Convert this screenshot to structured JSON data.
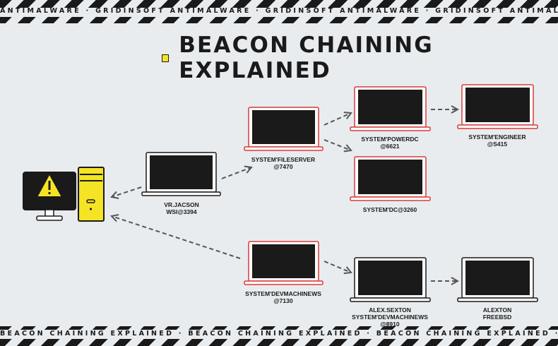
{
  "ticker_top": "ANTIMALWARE · GRIDINSOFT ANTIMALWARE · GRIDINSOFT ANTIMALWARE · GRIDINSOFT ANTIMALWARE",
  "ticker_bottom": "BEACON CHAINING EXPLAINED · BEACON CHAINING EXPLAINED · BEACON CHAINING EXPLAINED · BEACON CHAIN",
  "title": "BEACON CHAINING EXPLAINED",
  "colors": {
    "background": "#e8ecef",
    "accent": "#f5e425",
    "compromised": "#d93a3a",
    "dark": "#1a1a1a"
  },
  "nodes": {
    "attacker": {
      "icon": "warning-computer-icon"
    },
    "jacson": {
      "line1": "VR.JACSON",
      "line2": "WSI@3394"
    },
    "fileserver": {
      "line1": "SYSTEM'FILESERVER",
      "line2": "@7470"
    },
    "powerdc": {
      "line1": "SYSTEM'POWERDC",
      "line2": "@6621"
    },
    "engineer": {
      "line1": "SYSTEM'ENGINEER",
      "line2": "@S415"
    },
    "dc": {
      "line1": "SYSTEM'DC@3260"
    },
    "devmachine": {
      "line1": "SYSTEM'DEVMACHINEWS",
      "line2": "@7130"
    },
    "sexton": {
      "line1": "ALEX.SEXTON",
      "line2": "SYSTEM'DEVMACHINEWS",
      "line3": "@8910"
    },
    "alexton": {
      "line1": "ALEXTON",
      "line2": "FREEBSD"
    }
  }
}
